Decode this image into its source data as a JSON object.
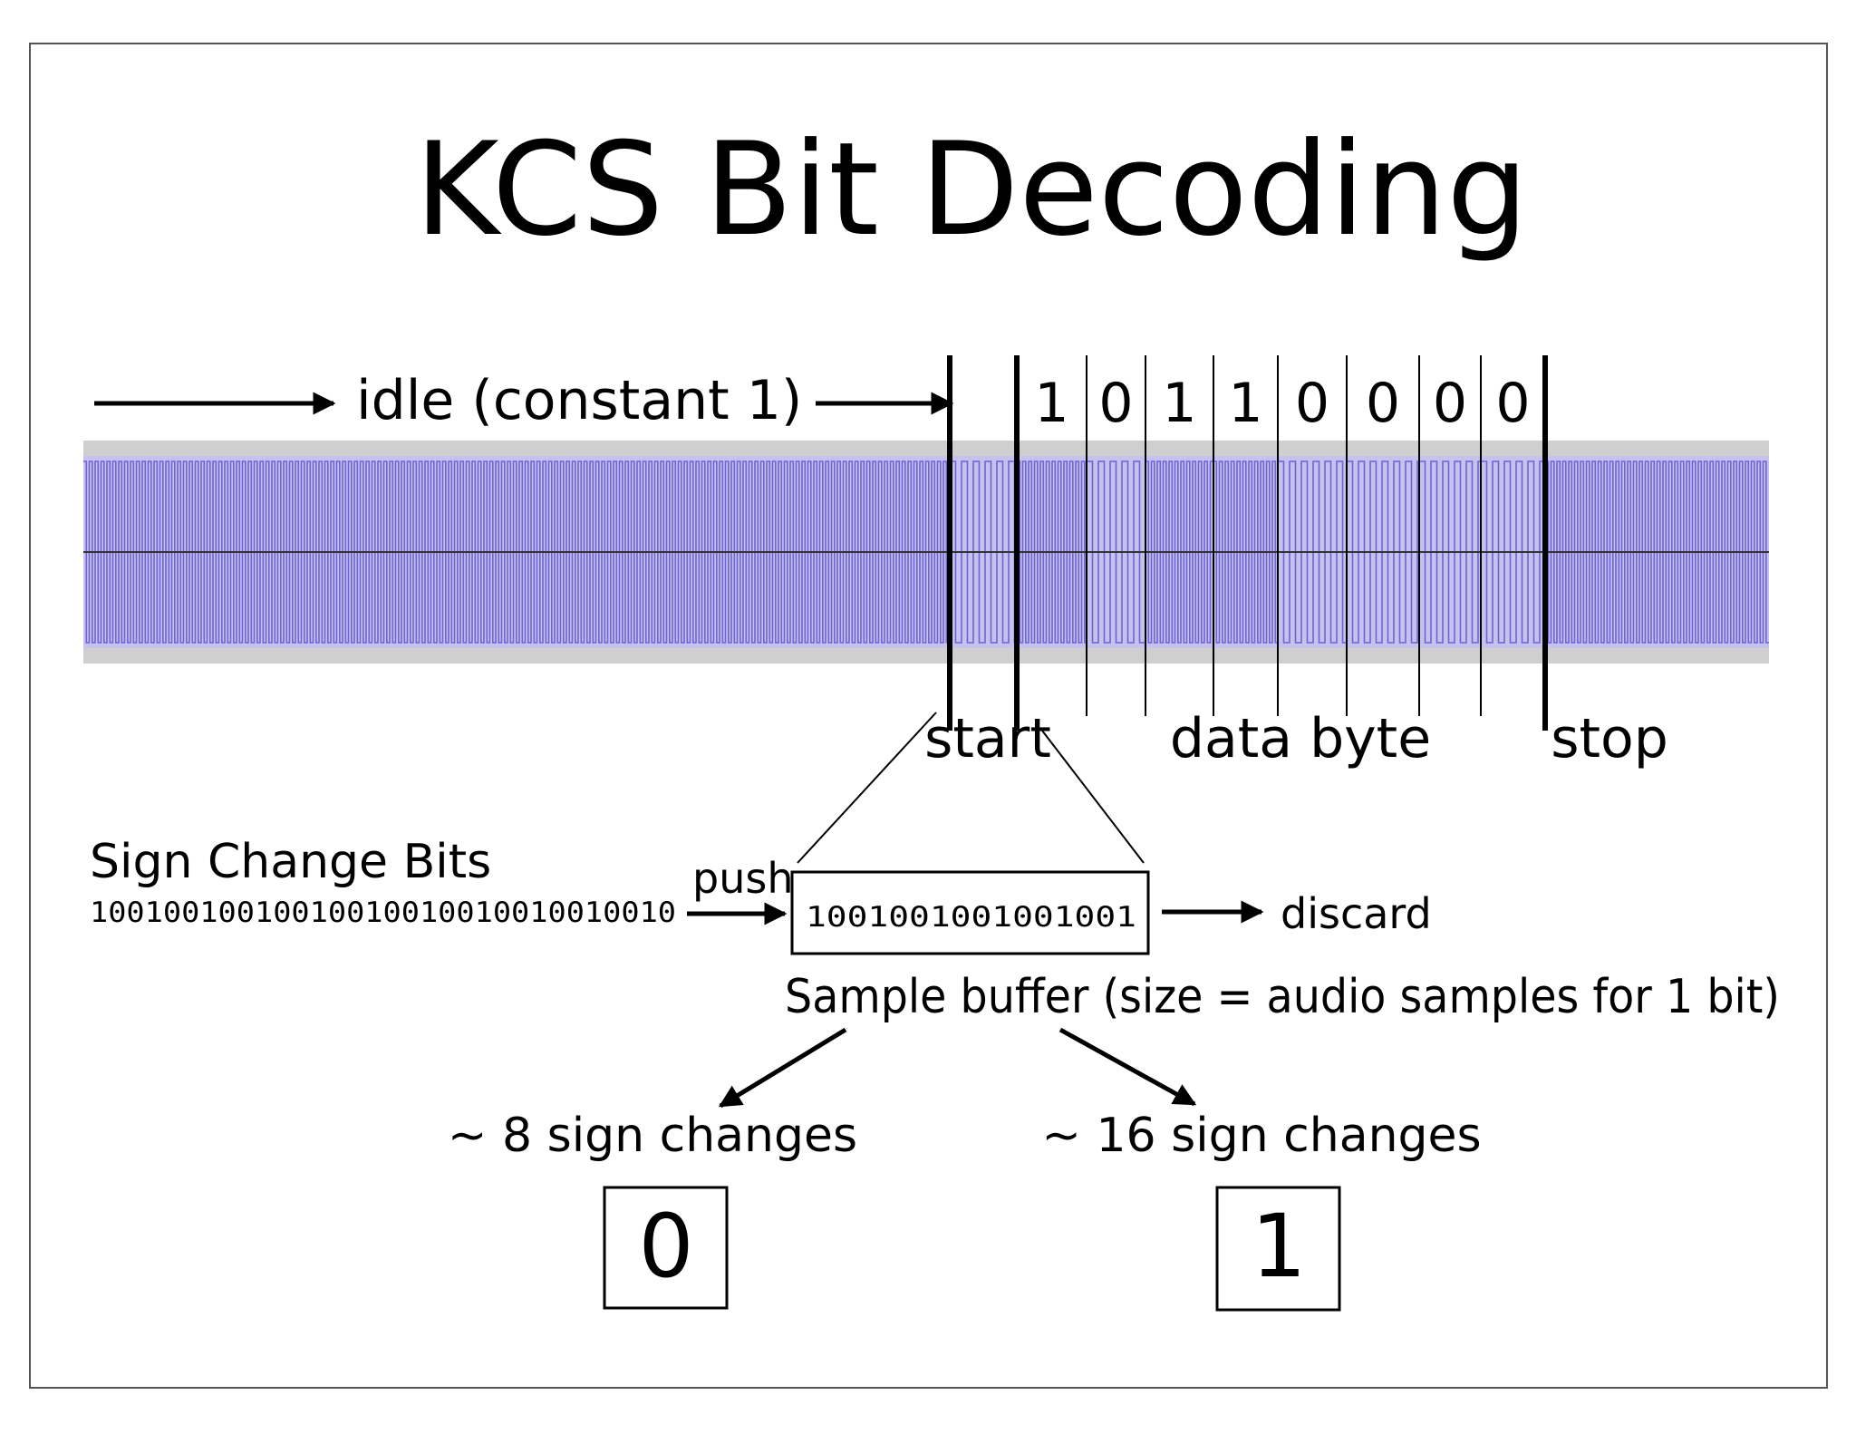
{
  "title": "KCS Bit Decoding",
  "idle_label": "idle (constant 1)",
  "data_bits": [
    "1",
    "0",
    "1",
    "1",
    "0",
    "0",
    "0",
    "0"
  ],
  "frame_labels": {
    "start": "start",
    "data": "data byte",
    "stop": "stop"
  },
  "sign_change": {
    "title": "Sign Change Bits",
    "stream": "10010010010010010010010010010010",
    "push": "push",
    "buffer_contents": "1001001001001001",
    "discard": "discard",
    "buffer_caption": "Sample buffer (size = audio samples for 1 bit)"
  },
  "outcomes": [
    {
      "label": "~ 8 sign changes",
      "bit": "0"
    },
    {
      "label": "~ 16 sign changes",
      "bit": "1"
    }
  ],
  "colors": {
    "waveform": "#6f63d6",
    "waveform_background": "#cfcfcf",
    "frame": "#555555"
  }
}
